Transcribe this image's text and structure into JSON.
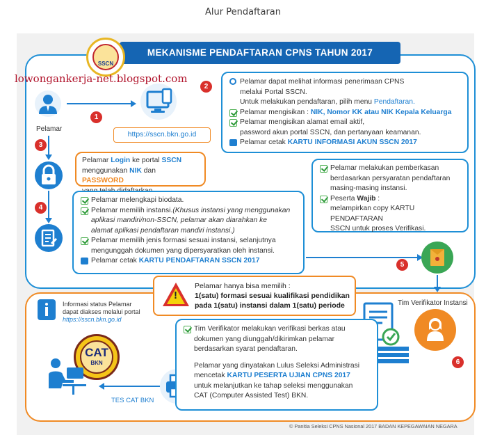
{
  "page": {
    "heading": "Alur Pendaftaran"
  },
  "diagram": {
    "title": "MEKANISME PENDAFTARAN CPNS TAHUN 2017",
    "badge_text": "SSCN",
    "watermark": "lowongankerja-net.blogspot.com",
    "pelamar_label": "Pelamar",
    "url": "https://sscn.bkn.go.id",
    "step_numbers": [
      "1",
      "2",
      "3",
      "4",
      "5",
      "6"
    ],
    "step2": {
      "line1": "Pelamar dapat melihat informasi penerimaan CPNS",
      "line2": "melalui Portal SSCN.",
      "line3_a": "Untuk melakukan pendaftaran, pilih menu ",
      "line3_b": "Pendaftaran.",
      "line4_a": "Pelamar mengisikan  : ",
      "line4_b": "NIK, Nomor KK atau NIK Kepala Keluarga",
      "line5": "Pelamar mengisikan alamat  email aktif,",
      "line6": "password akun portal SSCN, dan pertanyaan keamanan.",
      "line7_a": "Pelamar cetak ",
      "line7_b": "KARTU INFORMASI AKUN SSCN 2017"
    },
    "step3": {
      "a": "Pelamar ",
      "b": "Login",
      "c": " ke portal ",
      "d": "SSCN",
      "e": "menggunakan ",
      "f": "NIK",
      "g": " dan ",
      "h": "PASSWORD",
      "i": "yang telah didaftarkan."
    },
    "step4": {
      "l1": "Pelamar melengkapi biodata.",
      "l2_a": "Pelamar memilih instansi.",
      "l2_b": "(Khusus instansi yang menggunakan",
      "l3": "aplikasi mandiri/non-SSCN,  pelamar akan diarahkan ke",
      "l4": "alamat aplikasi pendaftaran mandiri instansi.)",
      "l5": "Pelamar memilih jenis formasi sesuai instansi, selanjutnya",
      "l6": "mengunggah dokumen yang dipersyaratkan oleh instansi.",
      "l7_a": "Pelamar cetak ",
      "l7_b": "KARTU PENDAFTARAN SSCN 2017"
    },
    "step5": {
      "l1": "Pelamar melakukan pemberkasan",
      "l2": "berdasarkan persyaratan pendaftaran",
      "l3": "masing-masing instansi.",
      "l4_a": "Peserta ",
      "l4_b": "Wajib",
      "l4_c": " :",
      "l5": "melampirkan copy KARTU PENDAFTARAN",
      "l6": "SSCN untuk proses Verifikasi."
    },
    "warning": {
      "l1": "Pelamar hanya bisa memilih :",
      "l2": "1(satu)  formasi sesuai kualifikasi pendidikan",
      "l3": "pada 1(satu) instansi dalam 1(satu)  periode"
    },
    "verifikator_label": "Tim Verifikator Instansi",
    "info": {
      "l1": "Informasi status Pelamar",
      "l2": "dapat diakses melalui portal",
      "l3": "https://sscn.bkn.go.id"
    },
    "cat_logo_text": "CAT",
    "cat_logo_sub": "BKN",
    "tes_cat_label": "TES CAT BKN",
    "step6": {
      "l1": "Tim Verifikator melakukan verifikasi berkas atau",
      "l2": "dokumen yang diunggah/dikirimkan pelamar",
      "l3": "berdasarkan syarat pendaftaran.",
      "l4": "Pelamar yang dinyatakan Lulus Seleksi Administrasi",
      "l5_a": "mencetak ",
      "l5_b": "KARTU PESERTA UJIAN CPNS 2017",
      "l6": "untuk melanjutkan ke tahap seleksi menggunakan",
      "l7": "CAT (Computer Assisted Test) BKN."
    },
    "footer": "© Panitia Seleksi CPNS Nasional 2017 BADAN KEPEGAWAIAN NEGARA"
  },
  "colors": {
    "blue": "#1e8fd6",
    "dark_blue": "#1565b3",
    "orange": "#f08a24",
    "red": "#d9302b",
    "green": "#4caf50"
  }
}
